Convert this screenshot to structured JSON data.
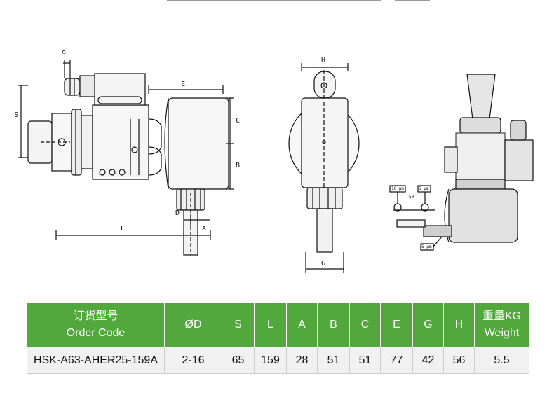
{
  "drawing_labels": {
    "dim_9": "9",
    "dim_S": "S",
    "dim_E": "E",
    "dim_C": "C",
    "dim_B": "B",
    "dim_D": "D",
    "dim_A": "A",
    "dim_L": "L",
    "dim_H": "H",
    "dim_G": "G",
    "probe_left": "10 μm",
    "probe_right": "5 μm",
    "probe_span": "50",
    "probe_bottom": "5 μm"
  },
  "table": {
    "header": {
      "code_cn": "订货型号",
      "code_en": "Order Code",
      "weight_cn": "重量KG",
      "weight_en": "Weight",
      "columns": [
        "ØD",
        "S",
        "L",
        "A",
        "B",
        "C",
        "E",
        "G",
        "H"
      ]
    },
    "rows": [
      {
        "code": "HSK-A63-AHER25-159A",
        "values": [
          "2-16",
          "65",
          "159",
          "28",
          "51",
          "51",
          "77",
          "42",
          "56"
        ],
        "weight": "5.5"
      }
    ]
  },
  "colors": {
    "header_green": "#52a83d",
    "row_gray": "#f1f1f1"
  }
}
